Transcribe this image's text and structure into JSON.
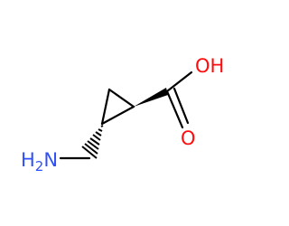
{
  "molecule": {
    "atoms": {
      "hydroxyl": {
        "text": "OH",
        "color": "#ff0d0d"
      },
      "carbonyl_oxygen": {
        "text": "O",
        "color": "#ff0d0d"
      },
      "amine": {
        "text": "H",
        "subscript": "2",
        "element": "N",
        "color": "#3050f8"
      }
    },
    "bond_color": "#000000",
    "stereo": {
      "ring_carbon_to_carboxyl": "wedge",
      "ring_carbon_to_aminomethyl": "hash"
    }
  }
}
